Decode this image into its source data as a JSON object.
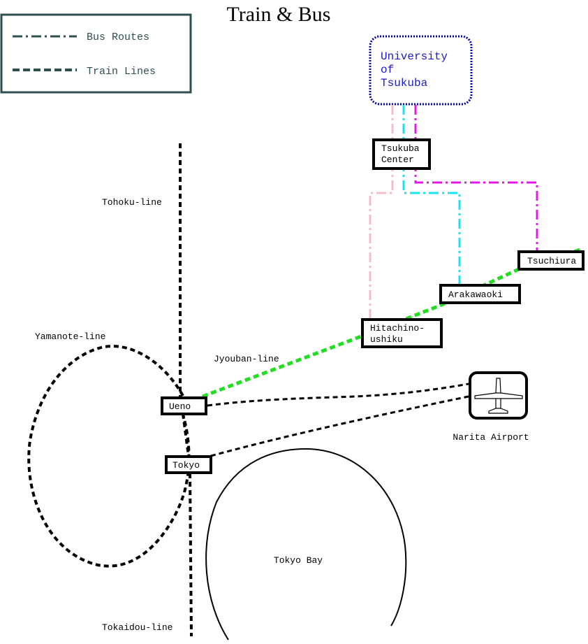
{
  "title": "Train & Bus",
  "legend": {
    "bus_label": "Bus Routes",
    "train_label": "Train Lines"
  },
  "university": {
    "line1": "University",
    "line2": "of",
    "line3": "Tsukuba"
  },
  "stations": {
    "tsukuba_center": {
      "line1": "Tsukuba",
      "line2": "Center"
    },
    "tsuchiura": {
      "line1": "Tsuchiura"
    },
    "arakawaoki": {
      "line1": "Arakawaoki"
    },
    "hitachino_ushiku": {
      "line1": "Hitachino-",
      "line2": "ushiku"
    },
    "ueno": {
      "line1": "Ueno"
    },
    "tokyo": {
      "line1": "Tokyo"
    }
  },
  "lines": {
    "tohoku": "Tohoku-line",
    "yamanote": "Yamanote-line",
    "jyouban": "Jyouban-line",
    "tokaidou": "Tokaidou-line"
  },
  "places": {
    "narita": "Narita Airport",
    "tokyo_bay": "Tokyo Bay"
  },
  "colors": {
    "legend_border": "#2f4f4f",
    "university_border": "#0000aa",
    "university_text": "#1a1acd",
    "bus_pink": "#f4bcc4",
    "bus_cyan": "#18e4ee",
    "bus_magenta": "#e21be2",
    "jyouban_green": "#22dd22",
    "train_black": "#000000"
  },
  "icons": {
    "airport": "airplane-icon"
  }
}
